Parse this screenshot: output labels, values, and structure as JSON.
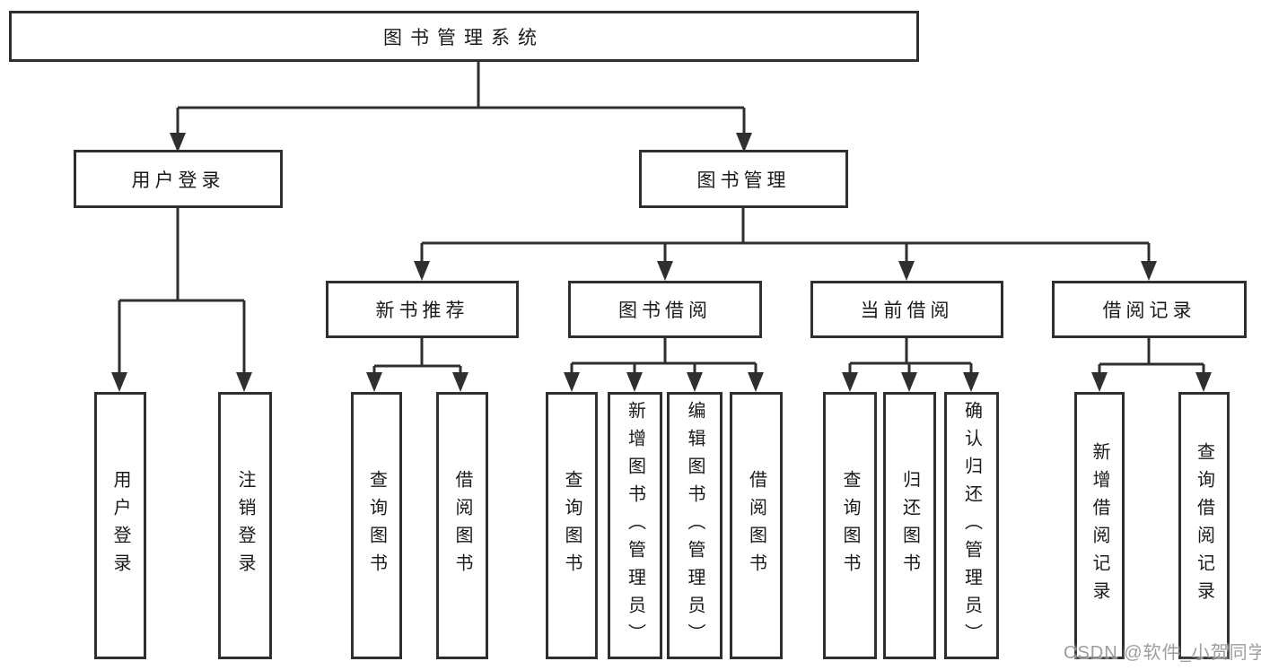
{
  "diagram_title": "图书管理系统",
  "tree": {
    "root": {
      "label": "图书管理系统",
      "children": [
        {
          "label": "用户登录",
          "children": [
            {
              "label": "用户登录"
            },
            {
              "label": "注销登录"
            }
          ]
        },
        {
          "label": "图书管理",
          "children": [
            {
              "label": "新书推荐",
              "children": [
                {
                  "label": "查询图书"
                },
                {
                  "label": "借阅图书"
                }
              ]
            },
            {
              "label": "图书借阅",
              "children": [
                {
                  "label": "查询图书"
                },
                {
                  "label": "新增图书（管理员）"
                },
                {
                  "label": "编辑图书（管理员）"
                },
                {
                  "label": "借阅图书"
                }
              ]
            },
            {
              "label": "当前借阅",
              "children": [
                {
                  "label": "查询图书"
                },
                {
                  "label": "归还图书"
                },
                {
                  "label": "确认归还（管理员）"
                }
              ]
            },
            {
              "label": "借阅记录",
              "children": [
                {
                  "label": "新增借阅记录"
                },
                {
                  "label": "查询借阅记录"
                }
              ]
            }
          ]
        }
      ]
    }
  },
  "watermark": {
    "text": "CSDN @软件_小贺同学"
  },
  "colors": {
    "line": "#2f2f2f",
    "text": "#1a1a1a",
    "watermark": "#8c8c8c",
    "background": "#ffffff"
  }
}
